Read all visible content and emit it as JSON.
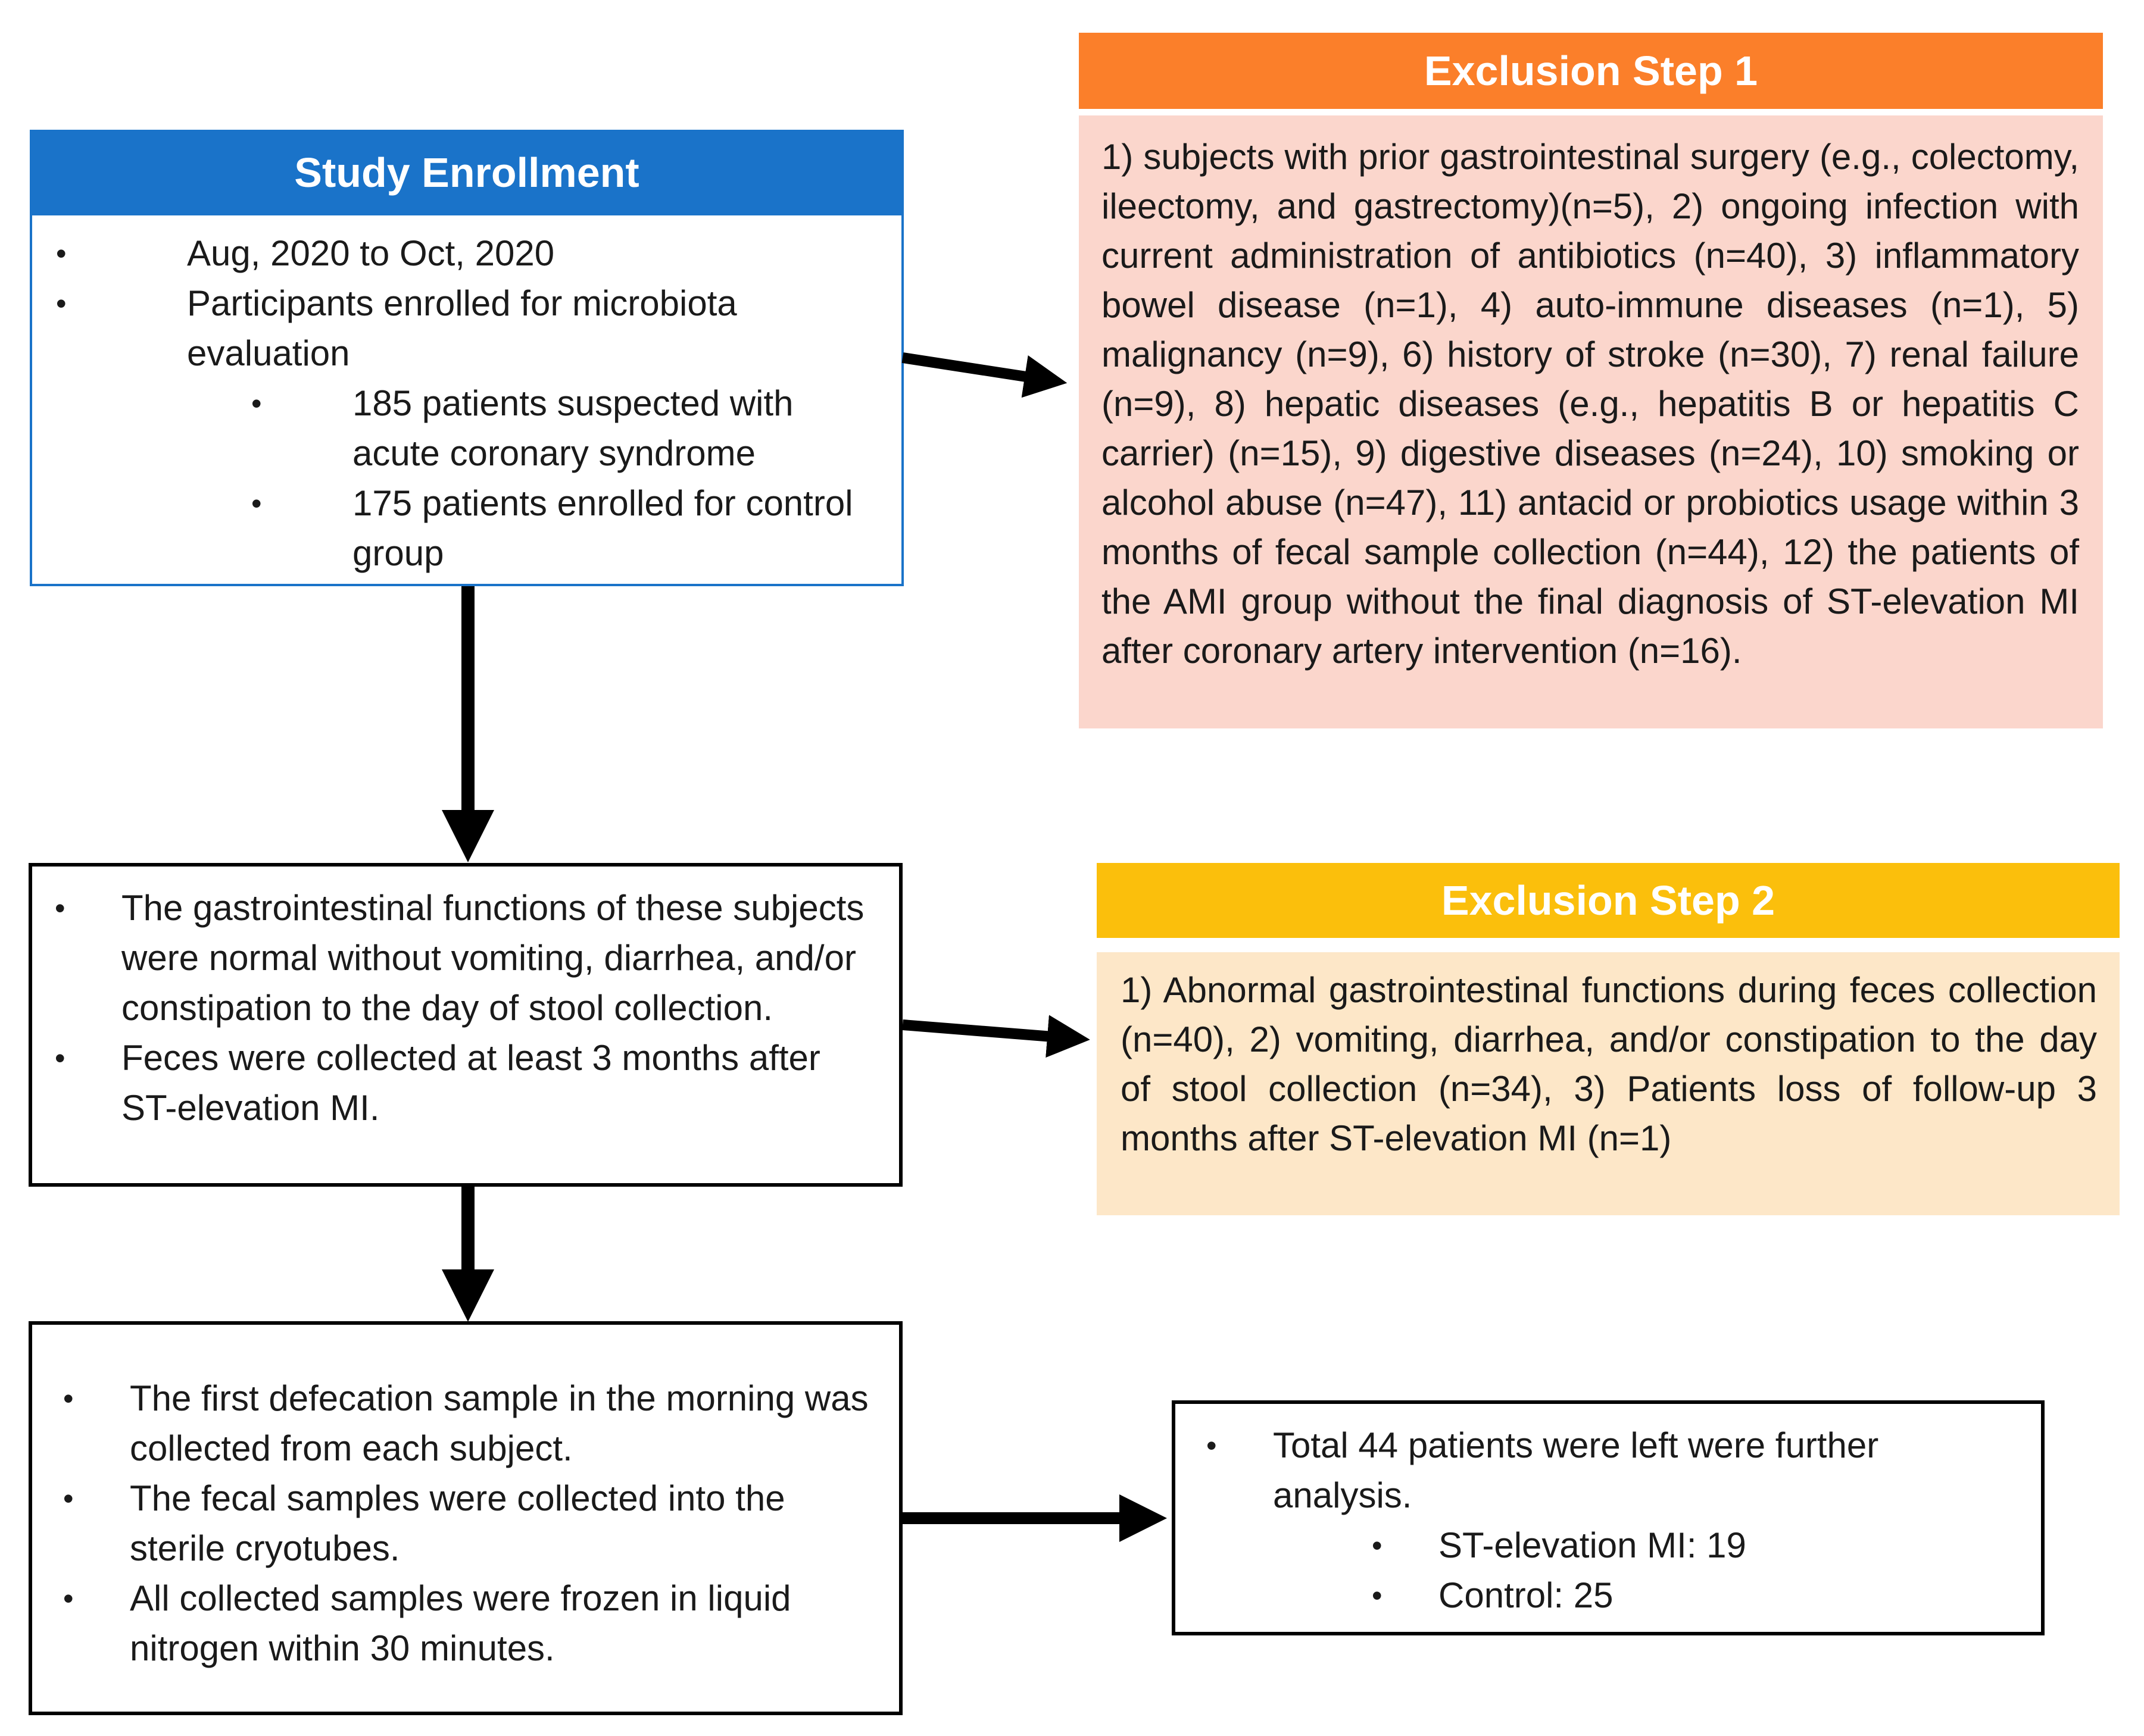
{
  "enrollment": {
    "title": "Study Enrollment",
    "items": [
      "Aug, 2020 to Oct, 2020",
      "Participants enrolled for microbiota evaluation"
    ],
    "subitems": [
      "185 patients suspected with acute coronary syndrome",
      "175 patients enrolled for control group"
    ],
    "header_color": "#1a73c9"
  },
  "exclusion1": {
    "title": "Exclusion Step 1",
    "text": "1) subjects with prior gastrointestinal surgery (e.g., colectomy, ileectomy, and gastrectomy)(n=5), 2) ongoing infection with current administration of antibiotics (n=40), 3) inflammatory bowel disease (n=1), 4) auto-immune diseases (n=1), 5) malignancy (n=9), 6) history of stroke (n=30), 7) renal failure (n=9), 8) hepatic diseases (e.g., hepatitis B or hepatitis C carrier) (n=15), 9) digestive diseases (n=24), 10) smoking or alcohol abuse (n=47), 11) antacid or probiotics usage within 3 months of fecal sample collection (n=44), 12) the patients of the AMI group without the final diagnosis of ST-elevation MI after coronary artery intervention (n=16).",
    "header_color": "#fb7f2a",
    "body_color": "#fbd6cc"
  },
  "gi": {
    "items": [
      "The gastrointestinal functions of these subjects were normal without vomiting, diarrhea, and/or constipation to the day of stool collection.",
      "Feces were collected at least 3 months after ST-elevation MI."
    ]
  },
  "exclusion2": {
    "title": "Exclusion Step 2",
    "text": "1) Abnormal gastrointestinal functions during feces collection (n=40), 2) vomiting, diarrhea, and/or constipation to the day of stool collection (n=34), 3) Patients loss of follow-up 3 months after ST-elevation MI (n=1)",
    "header_color": "#fbbf0c",
    "body_color": "#fde7c8"
  },
  "sampling": {
    "items": [
      "The first defecation sample in the morning was collected from each subject.",
      "The fecal samples were collected into the sterile cryotubes.",
      "All collected samples were frozen in liquid nitrogen within 30 minutes."
    ]
  },
  "result": {
    "items": [
      "Total  44 patients were left were further analysis."
    ],
    "subitems": [
      "ST-elevation MI: 19",
      "Control: 25"
    ]
  },
  "bullet_symbol": "•"
}
